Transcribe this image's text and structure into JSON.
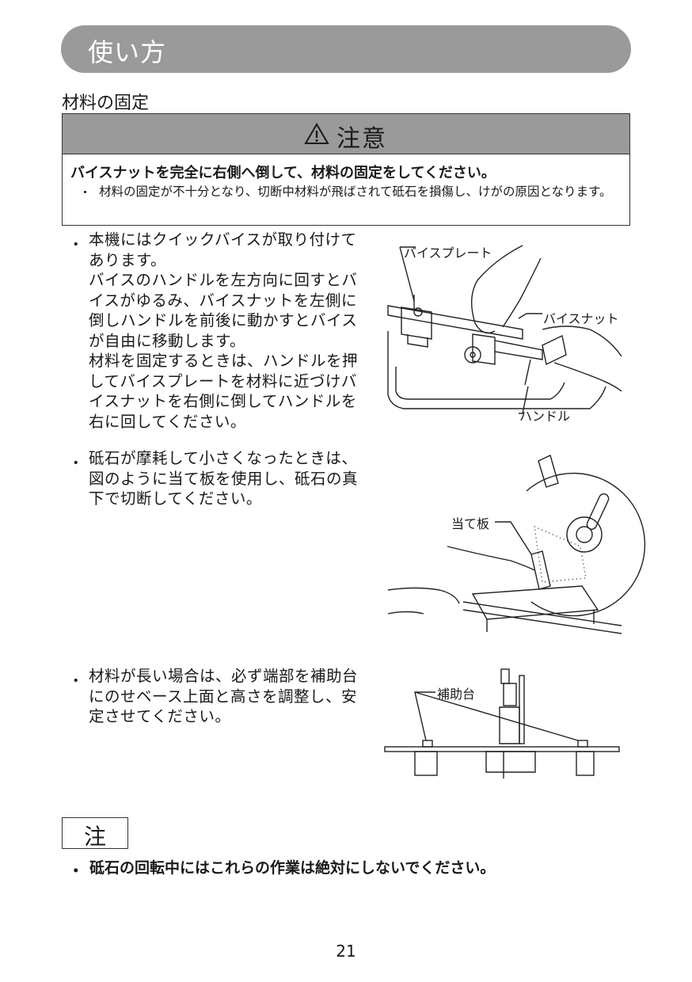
{
  "section_title": "使い方",
  "subheading": "材料の固定",
  "caution": {
    "title": "注意",
    "main": "バイスナットを完全に右側へ倒して、材料の固定をしてください。",
    "sub_bullet": "・",
    "sub": "材料の固定が不十分となり、切断中材料が飛ばされて砥石を損傷し、けがの原因となります。"
  },
  "items": [
    {
      "bullet": "・",
      "text": "本機にはクイックバイスが取り付けてあります。",
      "text2": "バイスのハンドルを左方向に回すとバイスがゆるみ、バイスナットを左側に倒しハンドルを前後に動かすとバイスが自由に移動します。",
      "text3": "材料を固定するときは、ハンドルを押してバイスプレートを材料に近づけバイスナットを右側に倒してハンドルを右に回してください。"
    },
    {
      "bullet": "・",
      "text": "砥石が摩耗して小さくなったときは、図のように当て板を使用し、砥石の真下で切断してください。"
    },
    {
      "bullet": "・",
      "text": "材料が長い場合は、必ず端部を補助台にのせベース上面と高さを調整し、安定させてください。"
    }
  ],
  "figure_labels": {
    "vise_plate": "バイスプレート",
    "vise_nut": "バイスナット",
    "handle": "ハンドル",
    "backing_plate": "当て板",
    "support_stand": "補助台"
  },
  "note": {
    "title": "注",
    "bullet": "・",
    "text": "砥石の回転中にはこれらの作業は絶対にしないでください。"
  },
  "page_number": "21",
  "colors": {
    "header_gray": "#9a9a9a",
    "text": "#1a1a1a",
    "line": "#333333"
  },
  "icons": [
    "warning-triangle-icon"
  ]
}
